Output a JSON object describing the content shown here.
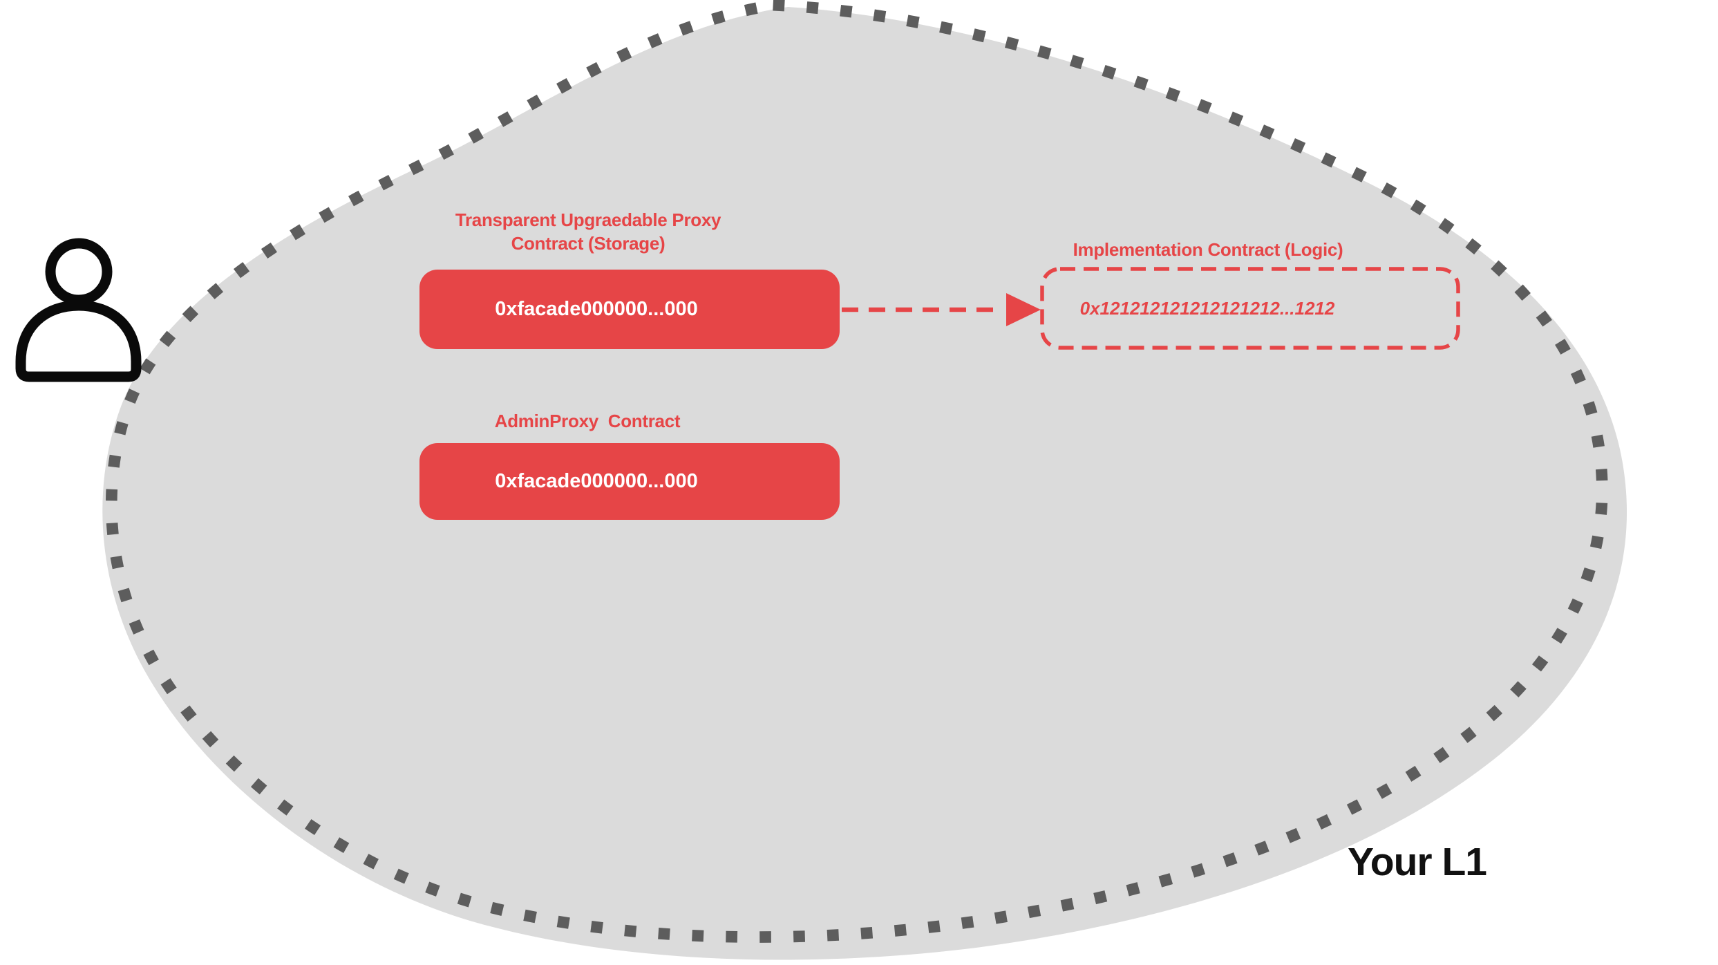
{
  "network_label": "Your L1",
  "proxy_contract": {
    "title": "Transparent Upgraedable Proxy\nContract (Storage)",
    "address": "0xfacade000000...000"
  },
  "admin_proxy_contract": {
    "title": "AdminProxy  Contract",
    "address": "0xfacade000000...000"
  },
  "implementation_contract": {
    "title": "Implementation Contract (Logic)",
    "address": "0x121212121212121212...1212"
  },
  "icons": {
    "user": "user-icon"
  },
  "colors": {
    "accent_red": "#e64547",
    "blob_gray": "#dbdbdb",
    "dot_border_gray": "#5d5d5d",
    "icon_black": "#0a0a0a",
    "label_black": "#111111",
    "box_text_white": "#ffffff"
  }
}
